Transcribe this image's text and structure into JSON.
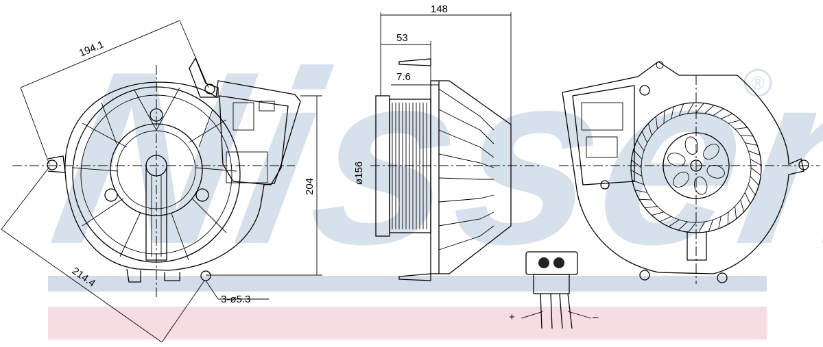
{
  "brand": {
    "watermark_text": "Nissens",
    "registered_mark": "®",
    "watermark_color": "#d7e1ec",
    "band_blue_color": "#d3dce8",
    "band_pink_color": "#f6dde3"
  },
  "dimensions": {
    "diagonal_top": "194.1",
    "diagonal_bottom": "214.4",
    "height": "204",
    "holes": "3-ø5.3",
    "width_total": "148",
    "depth_53": "53",
    "depth_7_6": "7.6",
    "diameter": "ø156"
  },
  "connector": {
    "plus_label": "+",
    "minus_label": "–"
  }
}
